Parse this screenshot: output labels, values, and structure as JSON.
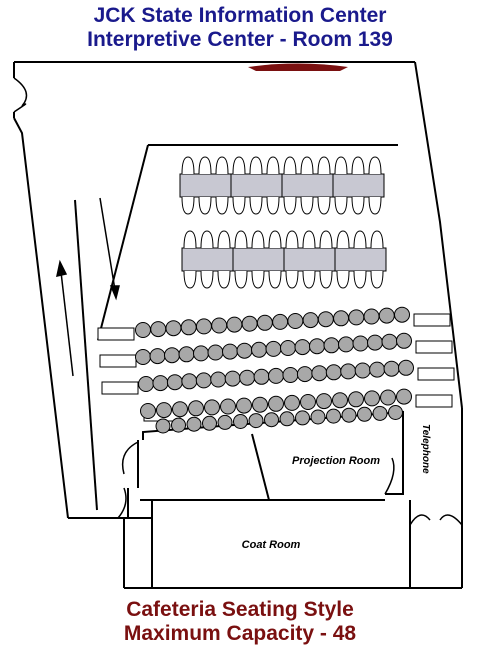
{
  "header": {
    "line1": "JCK State Information Center",
    "line2": "Interpretive Center - Room 139"
  },
  "rooms": {
    "projection": "Projection Room",
    "coat": "Coat Room",
    "telephone": "Telephone"
  },
  "footer": {
    "line1": "Cafeteria Seating Style",
    "line2": "Maximum Capacity - 48"
  },
  "colors": {
    "title": "#1a1a8c",
    "footer": "#7a1010",
    "table": "#c8c8d2",
    "seat": "#a8a8a8",
    "stage": "#7a1010"
  }
}
